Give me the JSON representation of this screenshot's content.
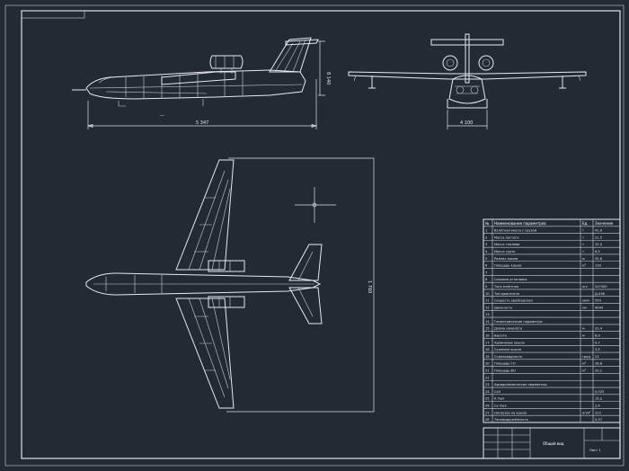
{
  "drawing": {
    "side_view_dimension": "5 347",
    "front_view_dimension": "4 100",
    "plan_view_dimension": "1 760",
    "height_dimension": "8 140"
  },
  "colors": {
    "background": "#222b34",
    "linework": "#e6e9ee"
  },
  "spec_table": {
    "header": [
      "№",
      "Наименование параметров",
      "Ед.",
      "Значение"
    ],
    "rows": [
      [
        "1",
        "Взлётная масса с грузом",
        "т",
        "41,0"
      ],
      [
        "2",
        "Масса пустого",
        "т",
        "21,5"
      ],
      [
        "3",
        "Масса топлива",
        "т",
        "12,0"
      ],
      [
        "4",
        "Масса груза",
        "т",
        "6,5"
      ],
      [
        "5",
        "Размах крыла",
        "м",
        "35,6"
      ],
      [
        "6",
        "Площадь крыла",
        "м²",
        "130"
      ],
      [
        "7",
        "",
        "",
        ""
      ],
      [
        "8",
        "Силовая установка",
        "",
        ""
      ],
      [
        "9",
        "Тяга взлётная",
        "кгс",
        "2x7500"
      ],
      [
        "10",
        "Тип двигателя",
        "",
        "Д-436"
      ],
      [
        "11",
        "Скорость крейсерская",
        "км/ч",
        "550"
      ],
      [
        "12",
        "Дальность",
        "км",
        "4000"
      ],
      [
        "13",
        "",
        "",
        ""
      ],
      [
        "14",
        "Геометрические параметры",
        "",
        ""
      ],
      [
        "15",
        "Длина самолёта",
        "м",
        "31,4"
      ],
      [
        "16",
        "Высота",
        "м",
        "8,9"
      ],
      [
        "17",
        "Удлинение крыла",
        "",
        "9,7"
      ],
      [
        "18",
        "Сужение крыла",
        "",
        "3,5"
      ],
      [
        "19",
        "Стреловидность",
        "град",
        "23"
      ],
      [
        "20",
        "Площадь ГО",
        "м²",
        "26,8"
      ],
      [
        "21",
        "Площадь ВО",
        "м²",
        "20,1"
      ],
      [
        "22",
        "",
        "",
        ""
      ],
      [
        "23",
        "Аэродинамические параметры",
        "",
        ""
      ],
      [
        "24",
        "Cx0",
        "",
        "0,025"
      ],
      [
        "25",
        "K max",
        "",
        "15,2"
      ],
      [
        "26",
        "Cy max",
        "",
        "2,4"
      ],
      [
        "27",
        "Нагрузка на крыло",
        "кг/м²",
        "315"
      ],
      [
        "28",
        "Тяговооружённость",
        "",
        "0,37"
      ]
    ]
  },
  "title_block": {
    "name": "Общий вид",
    "sheet": "Лист 1"
  }
}
